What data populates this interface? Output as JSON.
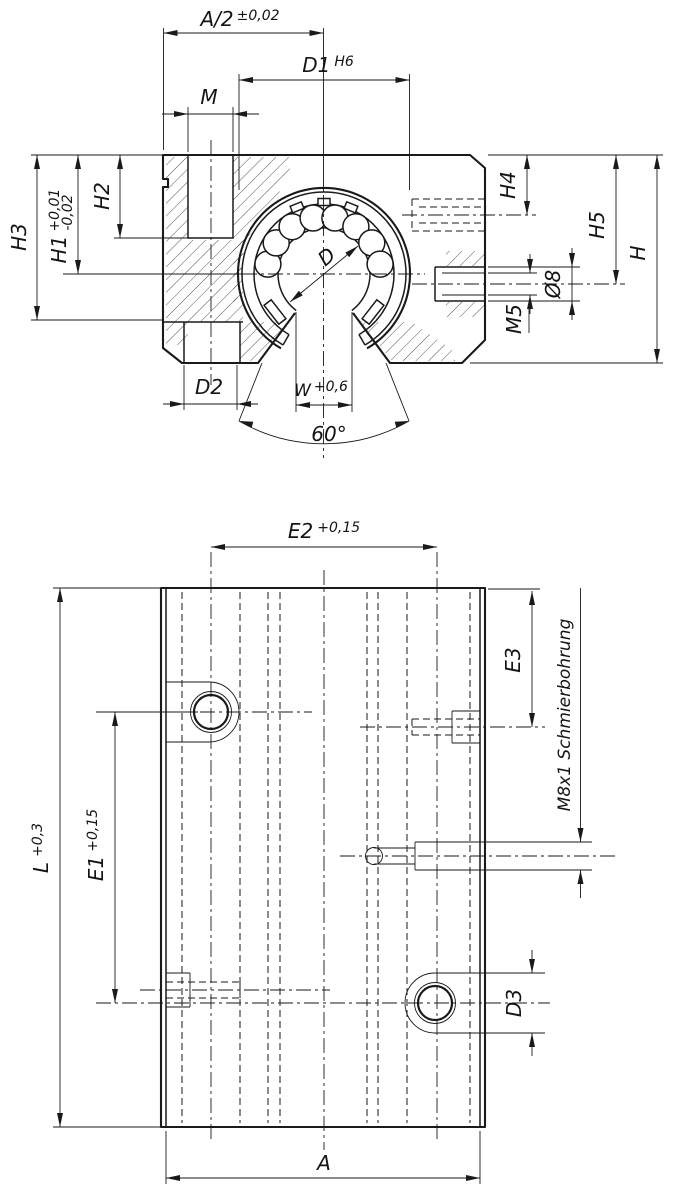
{
  "drawing": {
    "type": "technical-drawing",
    "views": [
      "front-section-view",
      "top-view"
    ],
    "front_view": {
      "a_half": "A/2",
      "a_half_tol": "±0,02",
      "d1": "D1",
      "d1_tol": "H6",
      "m": "M",
      "h3": "H3",
      "h1": "H1",
      "h1_tol_plus": "+0,01",
      "h1_tol_minus": "-0,02",
      "h2": "H2",
      "h4": "H4",
      "h5": "H5",
      "h": "H",
      "dia8": "Ø8",
      "m5": "M5",
      "d2": "D2",
      "w": "W",
      "w_tol": "+0,6",
      "angle": "60°",
      "d": "D"
    },
    "top_view": {
      "e2": "E2",
      "e2_tol": "+0,15",
      "e3": "E3",
      "lube": "M8x1 Schmierbohrung",
      "l": "L",
      "l_tol": "+0,3",
      "e1": "E1",
      "e1_tol": "+0,15",
      "d3": "D3",
      "a": "A"
    },
    "colors": {
      "line": "#1a1a1a",
      "background": "#ffffff"
    }
  }
}
